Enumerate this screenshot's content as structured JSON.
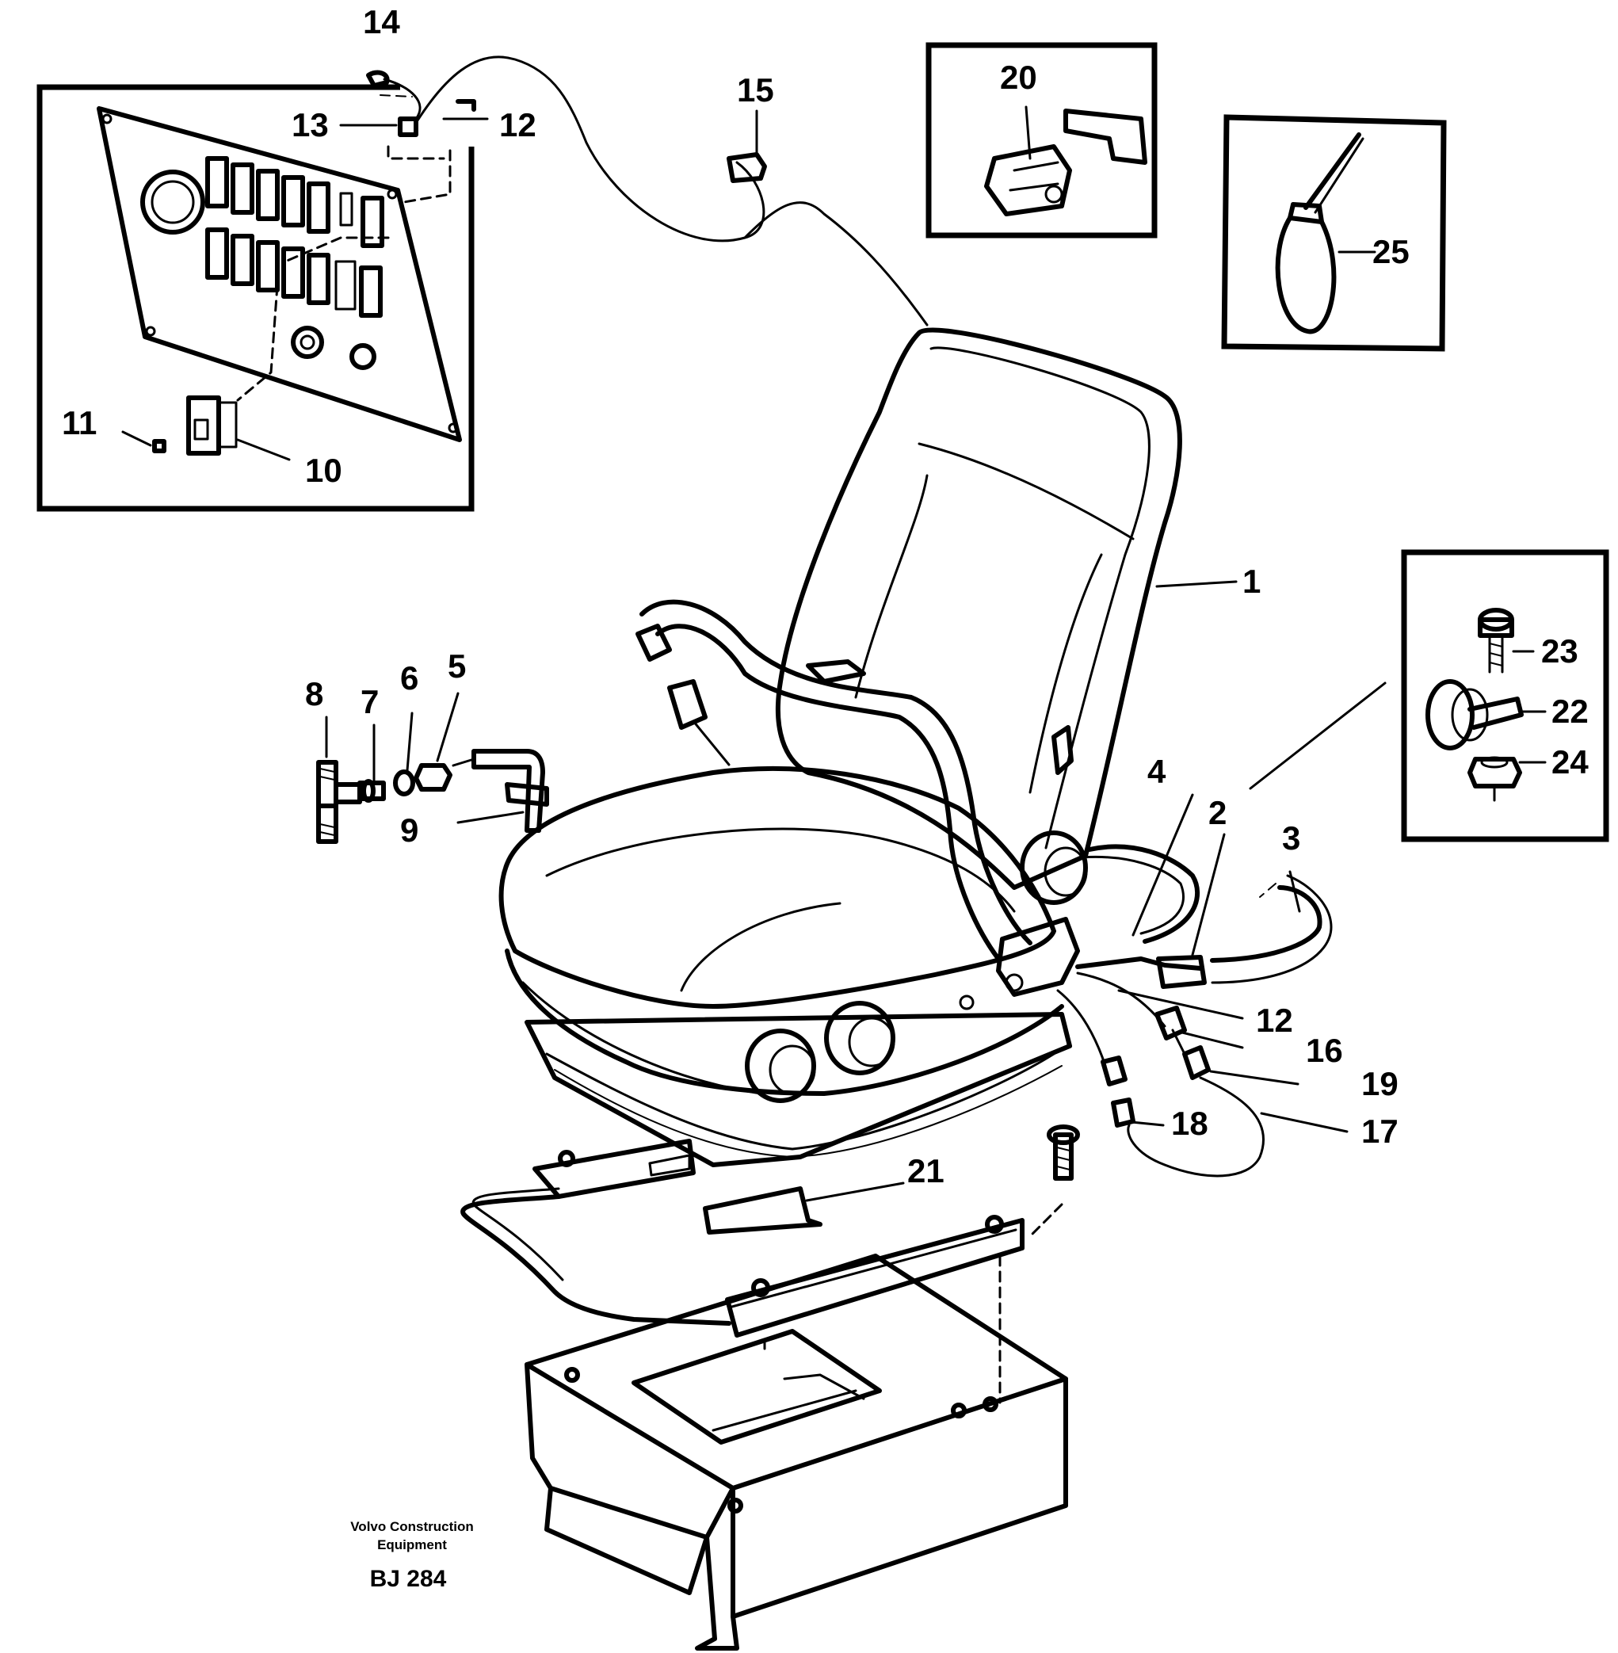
{
  "callouts": {
    "c1": "1",
    "c2": "2",
    "c3": "3",
    "c4": "4",
    "c5": "5",
    "c6": "6",
    "c7": "7",
    "c8": "8",
    "c9": "9",
    "c10": "10",
    "c11": "11",
    "c12a": "12",
    "c12b": "12",
    "c13": "13",
    "c14": "14",
    "c15": "15",
    "c16": "16",
    "c17": "17",
    "c18": "18",
    "c19": "19",
    "c20": "20",
    "c21": "21",
    "c22": "22",
    "c23": "23",
    "c24": "24",
    "c25": "25"
  },
  "caption": {
    "company_line1": "Volvo Construction",
    "company_line2": "Equipment",
    "drawing_code": "BJ 284"
  }
}
